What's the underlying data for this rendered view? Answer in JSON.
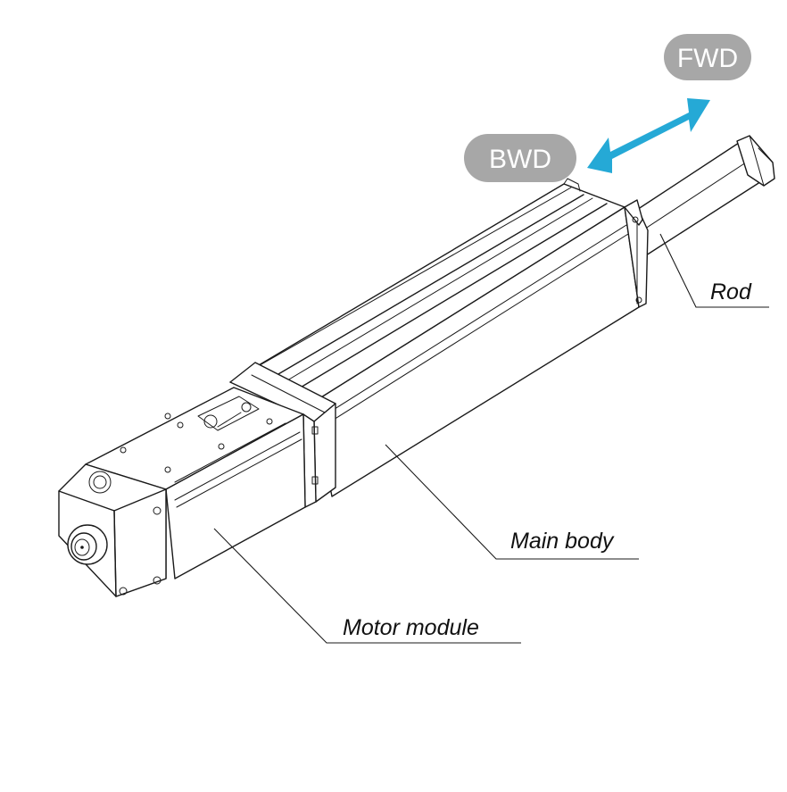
{
  "direction": {
    "fwd_label": "FWD",
    "bwd_label": "BWD",
    "arrow_color": "#25a9d6",
    "pill_color": "#a7a7a7"
  },
  "callouts": {
    "rod": "Rod",
    "main_body": "Main body",
    "motor_module": "Motor module"
  }
}
